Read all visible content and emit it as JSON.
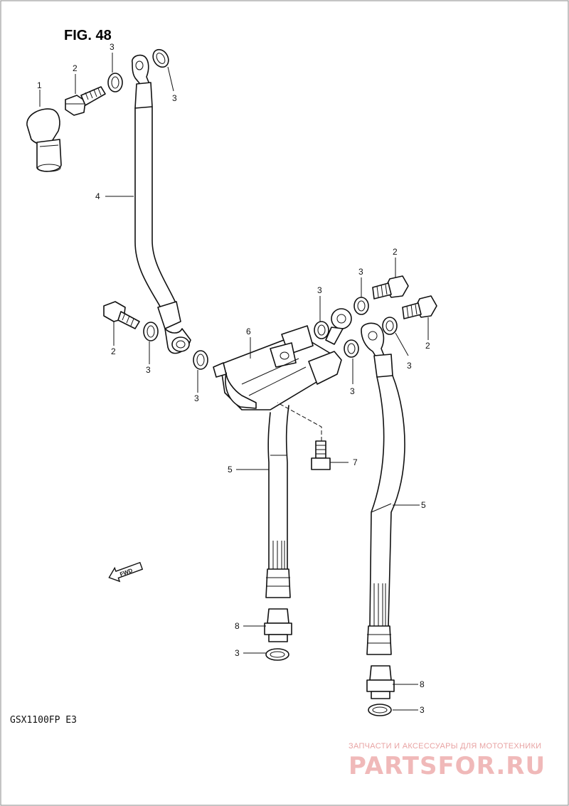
{
  "figure": {
    "title": "FIG. 48"
  },
  "model_code": "GSX1100FP  E3",
  "direction_arrow": {
    "label": "FWD"
  },
  "callouts": [
    {
      "id": "c-1",
      "text": "1"
    },
    {
      "id": "c-2a",
      "text": "2"
    },
    {
      "id": "c-3a",
      "text": "3"
    },
    {
      "id": "c-3b",
      "text": "3"
    },
    {
      "id": "c-4",
      "text": "4"
    },
    {
      "id": "c-2b",
      "text": "2"
    },
    {
      "id": "c-3c",
      "text": "3"
    },
    {
      "id": "c-3d",
      "text": "3"
    },
    {
      "id": "c-6",
      "text": "6"
    },
    {
      "id": "c-3e",
      "text": "3"
    },
    {
      "id": "c-3f",
      "text": "3"
    },
    {
      "id": "c-2c",
      "text": "2"
    },
    {
      "id": "c-2d",
      "text": "2"
    },
    {
      "id": "c-3g",
      "text": "3"
    },
    {
      "id": "c-3h",
      "text": "3"
    },
    {
      "id": "c-7",
      "text": "7"
    },
    {
      "id": "c-5a",
      "text": "5"
    },
    {
      "id": "c-5b",
      "text": "5"
    },
    {
      "id": "c-8a",
      "text": "8"
    },
    {
      "id": "c-3i",
      "text": "3"
    },
    {
      "id": "c-8b",
      "text": "8"
    },
    {
      "id": "c-3j",
      "text": "3"
    }
  ],
  "watermark": {
    "caption": "ЗАПЧАСТИ И АКСЕССУАРЫ ДЛЯ МОТОТЕХНИКИ",
    "logo_text": "PARTSFOR.RU"
  }
}
